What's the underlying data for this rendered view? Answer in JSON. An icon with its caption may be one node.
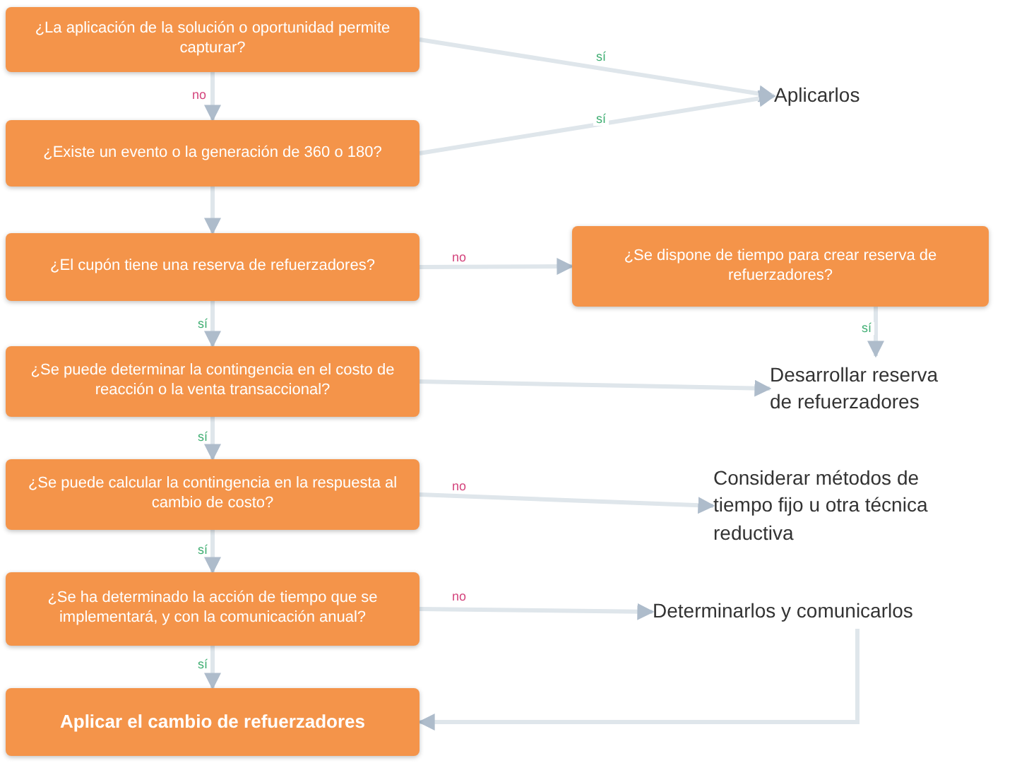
{
  "diagram": {
    "nodes": [
      {
        "text": [
          "¿La aplicación de la solución o oportunidad permite capturar?"
        ]
      },
      {
        "text": [
          "¿Existe un evento o la generación de 360 o 180?"
        ]
      },
      {
        "text": [
          "¿El cupón tiene una reserva de refuerzadores?"
        ]
      },
      {
        "text": [
          "¿Se puede determinar la contingencia en el costo de reacción o la venta transaccional?"
        ]
      },
      {
        "text": [
          "¿Se puede calcular la contingencia en la respuesta al cambio de costo?"
        ]
      },
      {
        "text": [
          "¿Se ha determinado la acción de tiempo que se implementará, y con la comunicación anual?"
        ]
      },
      {
        "text": [
          "Aplicar el cambio de refuerzadores"
        ]
      },
      {
        "text": [
          "Aplicarlos"
        ]
      },
      {
        "text": [
          "¿Se dispone de tiempo para crear reserva de refuerzadores?"
        ]
      },
      {
        "text": [
          "Desarrollar reserva de refuerzadores"
        ]
      },
      {
        "text": [
          "Considerar métodos de tiempo fijo u otra técnica reductiva"
        ]
      },
      {
        "text": [
          "Determinarlos y comunicarlos"
        ]
      }
    ],
    "edges": [
      {
        "from": 0,
        "to": 7,
        "arrow": "to",
        "label": "sí"
      },
      {
        "from": 1,
        "to": 7,
        "arrow": "to",
        "label": "sí"
      },
      {
        "from": 0,
        "to": 1,
        "arrow": "to",
        "label": "no"
      },
      {
        "from": 1,
        "to": 2,
        "arrow": "to"
      },
      {
        "from": 2,
        "to": 8,
        "arrow": "to",
        "label": "no"
      },
      {
        "from": 2,
        "to": 3,
        "arrow": "to",
        "label": "sí"
      },
      {
        "from": 8,
        "to": 9,
        "arrow": "to",
        "label": "sí"
      },
      {
        "from": 3,
        "to": 9,
        "arrow": "to"
      },
      {
        "from": 3,
        "to": 4,
        "arrow": "to",
        "label": "sí"
      },
      {
        "from": 4,
        "to": 10,
        "arrow": "to",
        "label": "no"
      },
      {
        "from": 4,
        "to": 5,
        "arrow": "to",
        "label": "sí"
      },
      {
        "from": 5,
        "to": 11,
        "arrow": "to",
        "label": "no"
      },
      {
        "from": 5,
        "to": 6,
        "arrow": "to",
        "label": "sí"
      },
      {
        "from": 11,
        "to": 6,
        "arrow": "to"
      }
    ]
  }
}
